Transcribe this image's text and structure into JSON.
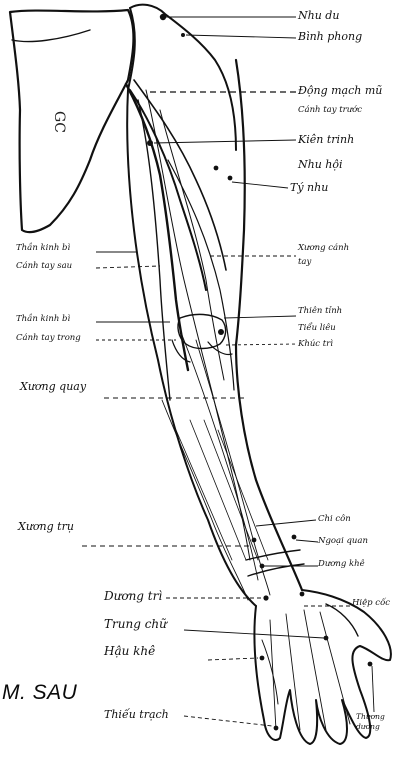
{
  "caption": "M. SAU",
  "shoulder_code": "GC",
  "labels": {
    "nhu_du": "Nhu du",
    "binh_phong": "Bình phong",
    "dong_mach_mu": "Động mạch mũ",
    "canh_tay_truoc": "Cánh tay trước",
    "kien_trinh": "Kiên trinh",
    "nhu_hoi": "Nhu hội",
    "ty_nhu": "Tý nhu",
    "than_kinh_bi_1": "Thần kinh bì",
    "canh_tay_sau": "Cánh tay sau",
    "xuong_canh_tay": "Xương cánh tay",
    "than_kinh_bi_2": "Thần kinh bì",
    "canh_tay_trong": "Cánh tay trong",
    "thien_tinh": "Thiên tỉnh",
    "tieu_lieu": "Tiểu liêu",
    "khuc_tri": "Khúc trì",
    "xuong_quay": "Xương quay",
    "xuong_tru": "Xương trụ",
    "chi_con": "Chi côn",
    "ngoai_quan": "Ngoại quan",
    "duong_khe": "Dương khê",
    "duong_tri": "Dương trì",
    "trung_chu": "Trung chữ",
    "hau_khe": "Hậu khê",
    "hiep_coc": "Hiệp cốc",
    "thieu_trach": "Thiếu trạch",
    "thuong_duong": "Thương dương"
  },
  "colors": {
    "ink": "#111111",
    "paper": "#ffffff"
  }
}
